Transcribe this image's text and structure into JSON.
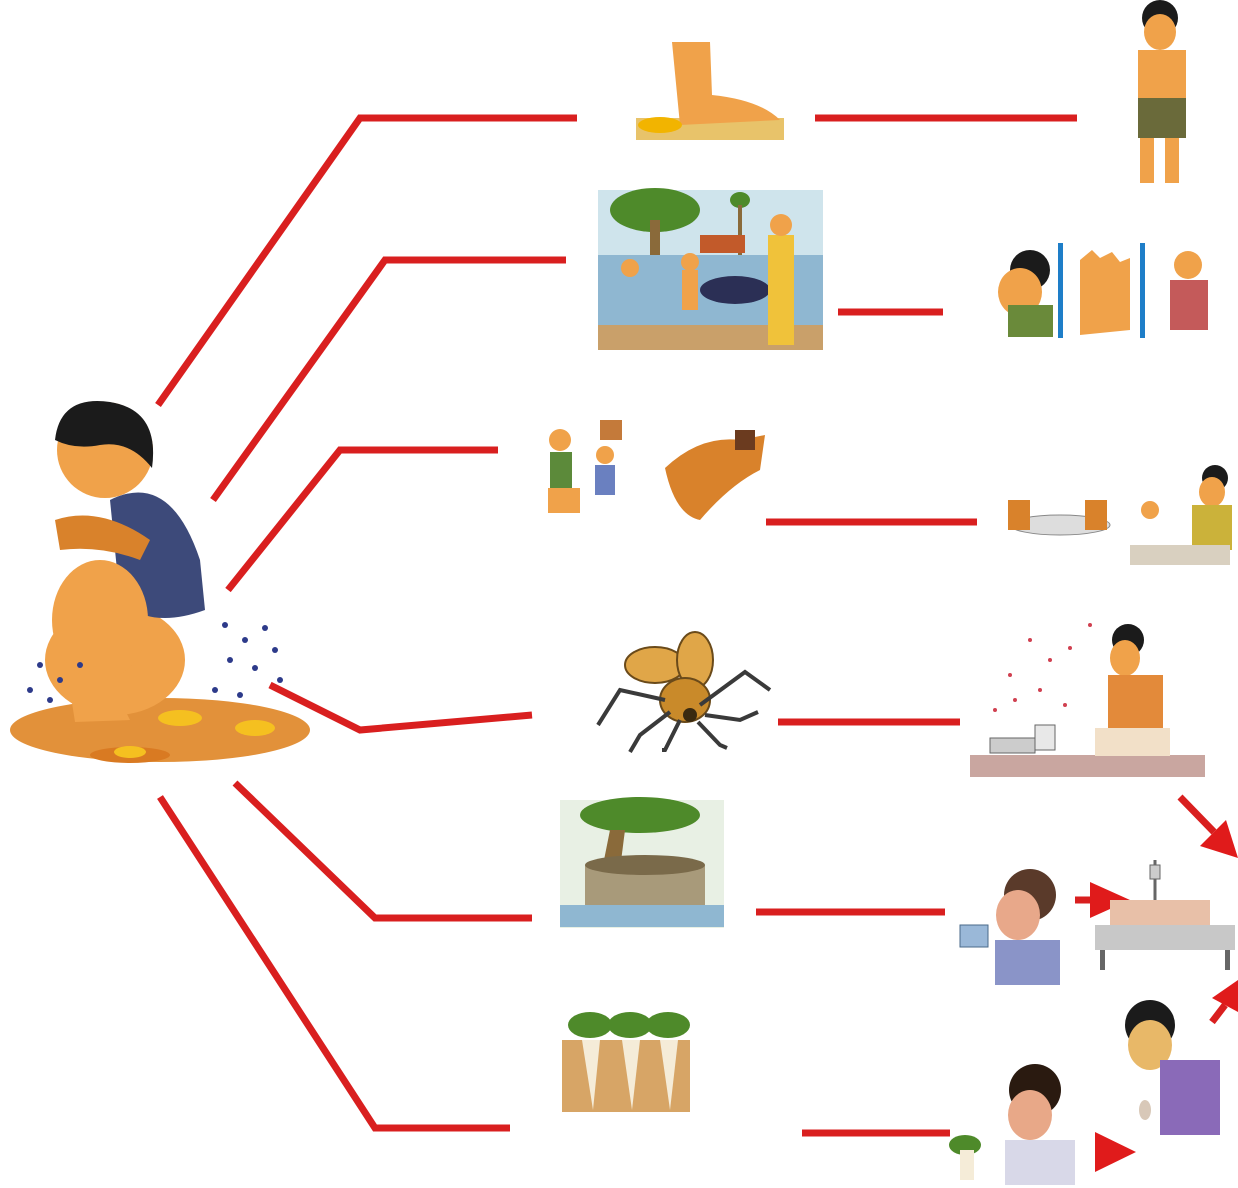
{
  "diagram": {
    "source": {
      "icon": "child-open-defecation-icon"
    },
    "routes": [
      {
        "id": "feet",
        "transmission_icon": "bare-foot-icon",
        "outcome_icon": "sick-child-icon"
      },
      {
        "id": "water-body",
        "transmission_icon": "pond-bathing-icon",
        "outcome_icon": "drinking-itching-sick-icon"
      },
      {
        "id": "hands",
        "transmission_icon": "dirty-hands-icon",
        "outcome_icon": "eating-with-hands-icon"
      },
      {
        "id": "flies",
        "transmission_icon": "fly-icon",
        "outcome_icon": "flies-on-food-icon"
      },
      {
        "id": "well",
        "transmission_icon": "open-well-icon",
        "outcome_icon": "drinking-water-icon"
      },
      {
        "id": "vegetables",
        "transmission_icon": "root-vegetables-icon",
        "outcome_icon": "eating-vegetable-icon"
      }
    ],
    "final_outcomes": [
      {
        "icon": "hospital-bed-icon"
      },
      {
        "icon": "vomiting-person-icon"
      }
    ],
    "colors": {
      "connector": "#d91f1f",
      "arrow": "#e01b1b"
    }
  }
}
